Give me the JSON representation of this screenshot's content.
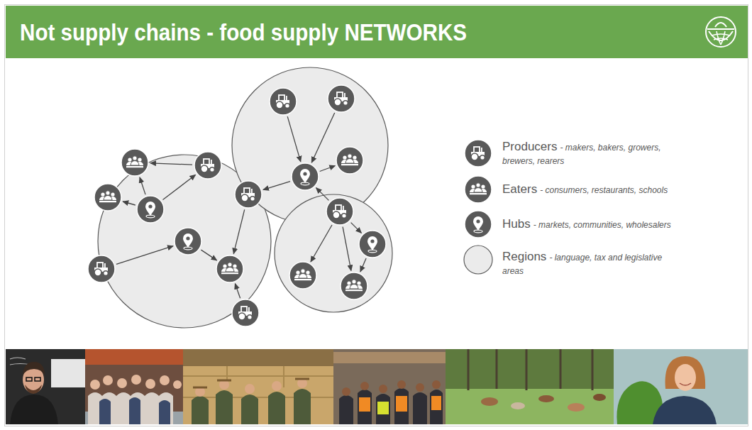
{
  "diagram": {
    "title": "Not supply chains - food supply NETWORKS",
    "labels": [
      "- makers, bakers, growers, brewers, rearers",
      "- consumers, restaurants, schools",
      "- markets, communities, wholesalers",
      "- language, tax and legislative areas"
    ],
    "legend": [
      {
        "text": "Producers"
      },
      {
        "text": "Eaters"
      },
      {
        "text": "Hubs"
      },
      {
        "text": "Regions"
      }
    ]
  }
}
